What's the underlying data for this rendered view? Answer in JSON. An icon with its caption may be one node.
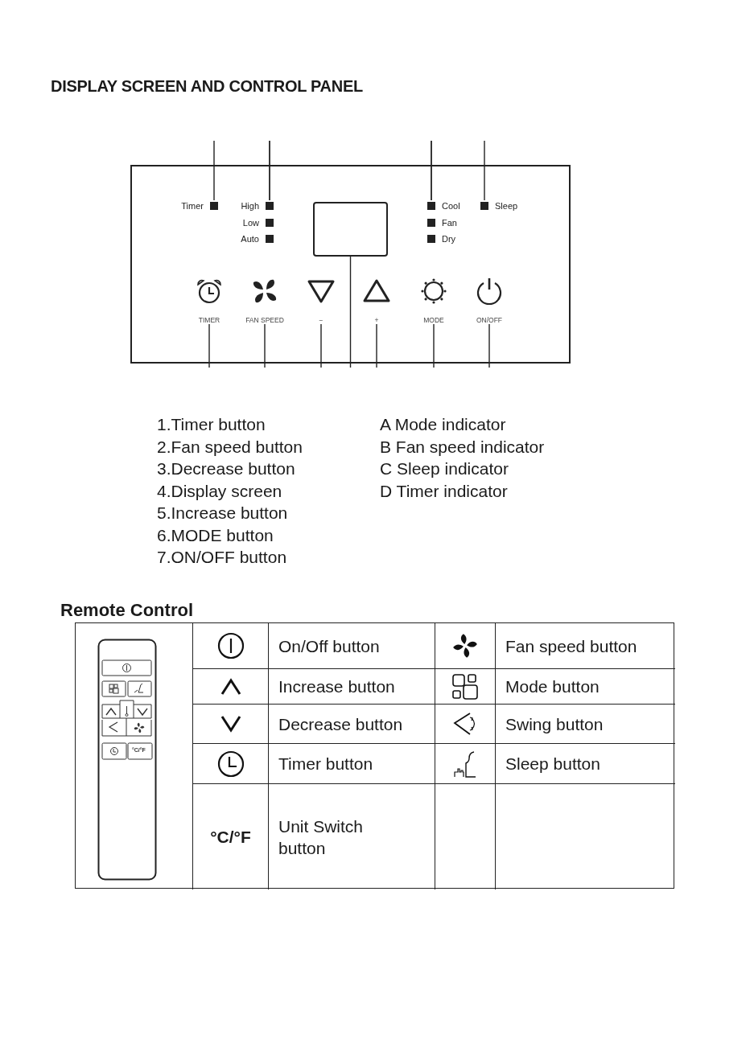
{
  "diagram": {
    "title": "DISPLAY SCREEN AND CONTROL PANEL",
    "nodes": [
      {
        "text": [],
        "shape": "box"
      },
      {
        "text": [
          "Timer"
        ],
        "in": 0
      },
      {
        "text": [
          "High"
        ],
        "in": 0
      },
      {
        "text": [
          "Low"
        ],
        "in": 0
      },
      {
        "text": [
          "Auto"
        ],
        "in": 0
      },
      {
        "text": [
          "Cool"
        ],
        "in": 0
      },
      {
        "text": [
          "Fan"
        ],
        "in": 0
      },
      {
        "text": [
          "Dry"
        ],
        "in": 0
      },
      {
        "text": [
          "Sleep"
        ],
        "in": 0
      },
      {
        "text": [],
        "shape": "box",
        "in": 0
      },
      {
        "text": [
          "TIMER"
        ],
        "in": 0
      },
      {
        "text": [
          "FAN SPEED"
        ],
        "in": 0
      },
      {
        "text": [
          "−"
        ],
        "in": 0
      },
      {
        "text": [
          "+"
        ],
        "in": 0
      },
      {
        "text": [
          "MODE"
        ],
        "in": 0
      },
      {
        "text": [
          "ON/OFF"
        ],
        "in": 0
      }
    ],
    "edges": [
      {
        "from": null,
        "to": 1,
        "arrow": "none"
      },
      {
        "from": null,
        "to": 2,
        "arrow": "none"
      },
      {
        "from": null,
        "to": 5,
        "arrow": "none"
      },
      {
        "from": null,
        "to": 8,
        "arrow": "none"
      },
      {
        "from": null,
        "to": 10,
        "arrow": "none"
      },
      {
        "from": null,
        "to": 11,
        "arrow": "none"
      },
      {
        "from": null,
        "to": 12,
        "arrow": "none"
      },
      {
        "from": null,
        "to": 9,
        "arrow": "none"
      },
      {
        "from": null,
        "to": 13,
        "arrow": "none"
      },
      {
        "from": null,
        "to": 14,
        "arrow": "none"
      },
      {
        "from": null,
        "to": 15,
        "arrow": "none"
      }
    ],
    "labels": [
      "1.Timer button",
      "2.Fan speed button",
      "3.Decrease button",
      "4.Display screen",
      "5.Increase button",
      "6.MODE button",
      "7.ON/OFF button",
      "A Mode indicator",
      "B Fan speed indicator",
      "C Sleep indicator",
      "D Timer indicator",
      "Remote Control",
      "°C/°F",
      "On/Off button",
      "Fan speed button",
      "Increase button",
      "Mode button",
      "Decrease button",
      "Swing button",
      "Timer button",
      "Sleep button",
      "°C/°F",
      "Unit Switch button"
    ]
  }
}
